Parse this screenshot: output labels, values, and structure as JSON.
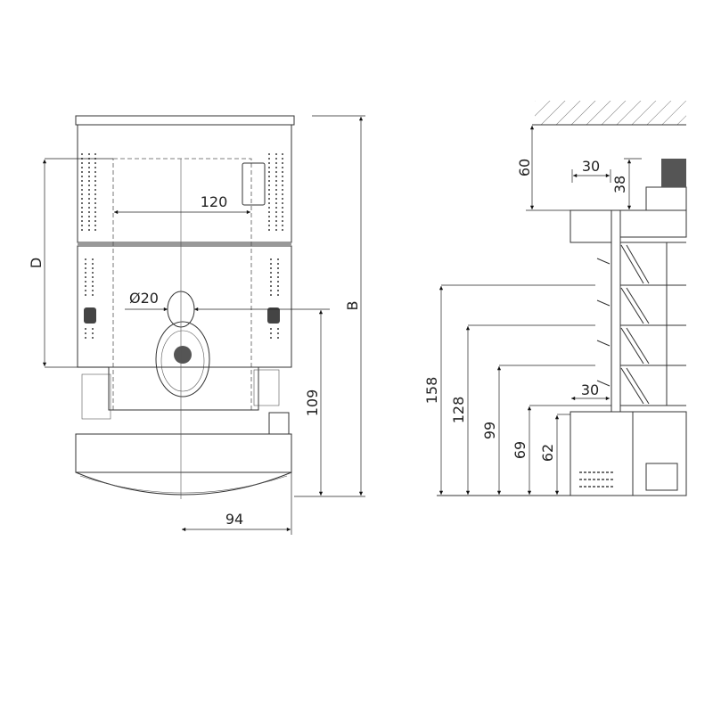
{
  "front_view": {
    "dim_depth_label": "D",
    "dim_height_label": "B",
    "dim_width_inner": "120",
    "dim_flue_diameter": "Ø20",
    "dim_flue_height": "109",
    "dim_flue_offset": "94"
  },
  "side_view": {
    "dim_ceiling_clearance": "60",
    "dim_top_offset": "30",
    "dim_top_height": "38",
    "dim_shelf_offset": "30",
    "dim_heights": [
      "158",
      "128",
      "99",
      "69",
      "62"
    ]
  },
  "colors": {
    "line": "#333333",
    "background": "#ffffff"
  }
}
